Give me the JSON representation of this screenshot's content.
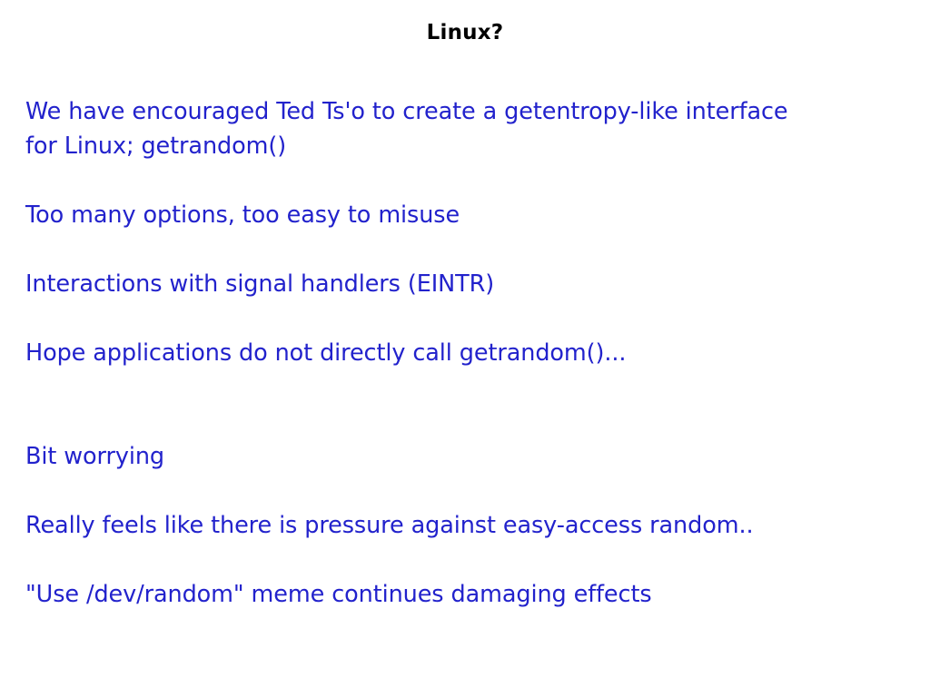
{
  "slide": {
    "title": "Linux?",
    "title_color": "#000000",
    "body_color": "#2222CC",
    "background_color": "#FFFFFF",
    "bullets": [
      {
        "id": "getentropy-like-interface",
        "text": "We have encouraged Ted Ts'o to create a getentropy-like interface\nfor Linux; getrandom()",
        "spacing_after": "normal"
      },
      {
        "id": "too-many-options",
        "text": "Too many options, too easy to misuse",
        "spacing_after": "normal"
      },
      {
        "id": "signal-handlers-eintr",
        "text": "Interactions with signal handlers (EINTR)",
        "spacing_after": "normal"
      },
      {
        "id": "hope-applications",
        "text": "Hope applications do not directly call getrandom()...",
        "spacing_after": "wide"
      },
      {
        "id": "bit-worrying",
        "text": "Bit worrying",
        "spacing_after": "normal"
      },
      {
        "id": "pressure-against-easy-access",
        "text": "Really feels like there is pressure against easy-access random..",
        "spacing_after": "normal"
      },
      {
        "id": "dev-random-meme",
        "text": "\"Use /dev/random\" meme continues damaging effects",
        "spacing_after": "none"
      }
    ]
  }
}
